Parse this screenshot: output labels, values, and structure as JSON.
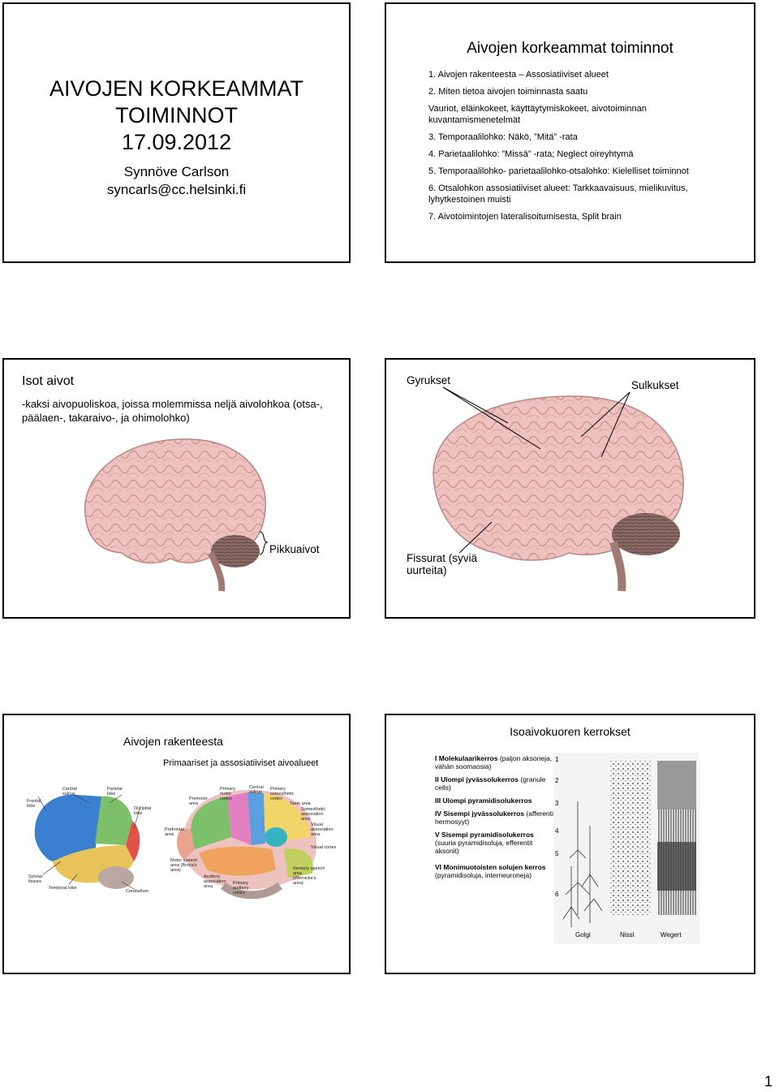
{
  "slide1": {
    "title_lines": [
      "AIVOJEN KORKEAMMAT",
      "TOIMINNOT",
      "17.09.2012"
    ],
    "author": "Synnöve Carlson",
    "email": "syncarls@cc.helsinki.fi"
  },
  "slide2": {
    "heading": "Aivojen korkeammat toiminnot",
    "items": [
      "1.  Aivojen rakenteesta – Assosiatiiviset alueet",
      "2.  Miten tietoa aivojen toiminnasta saatu",
      "3.  Temporaalilohko: Näkö, ”Mitä” -rata",
      "4.  Parietaalilohko:  ”Missä” -rata; Neglect oireyhtymä",
      "5.  Temporaalilohko- parietaalilohko-otsalohko: Kielelliset toiminnot",
      "6.  Otsalohkon assosiatiiviset alueet: Tarkkaavaisuus, mielikuvitus, lyhytkestoinen muisti",
      "7.  Aivotoimintojen lateralisoitumisesta, Split brain"
    ],
    "item2_sub": "Vauriot, eläinkokeet, käyttäytymiskokeet, aivotoiminnan kuvantamismenetelmät"
  },
  "slide3": {
    "heading": "Isot aivot",
    "text": "-kaksi aivopuoliskoa, joissa molemmissa neljä aivolohkoa (otsa-, päälaen-, takaraivo-, ja ohimolohko)",
    "label_cerebellum": "Pikkuaivot"
  },
  "slide4": {
    "label_gyri": "Gyrukset",
    "label_sulci": "Sulkukset",
    "label_fissures_1": "Fissurat (syviä",
    "label_fissures_2": "uurteita)"
  },
  "slide5": {
    "heading": "Aivojen rakenteesta",
    "subheading": "Primaariset ja assosiatiiviset aivoalueet",
    "fig1_labels": {
      "frontal": "Frontal lobe",
      "central": "Central sulcus",
      "parietal": "Parietal lobe",
      "occipital": "Occipital lobe",
      "sylvian": "Sylvian fissure",
      "temporal": "Temporal lobe",
      "cerebellum": "Cerebellum"
    },
    "fig2_labels": {
      "premotor": "Premotor area",
      "primary_motor": "Primary motor cortex",
      "central": "Central sulcus",
      "primary_somato": "Primary somesthetic cortex",
      "taste": "Taste area",
      "somatic_assoc": "Somesthetic association area",
      "visual_assoc": "Visual association area",
      "visual": "Visual cortex",
      "prefrontal": "Prefrontal area",
      "motor_speech": "Motor speech area (Broca's area)",
      "auditory_assoc": "Auditory association area",
      "primary_auditory": "Primary auditory cortex",
      "sensory_speech": "Sensory speech area (Wernicke's area)"
    }
  },
  "slide6": {
    "heading": "Isoaivokuoren kerrokset",
    "layers": [
      {
        "title": "I Molekulaarikerros",
        "desc": " (paljon aksoneja, vähän soomaosia)"
      },
      {
        "title": "II Ulompi jyvässolukerros",
        "desc": " (granule cells)"
      },
      {
        "title": "III Ulompi pyramidisolukerros",
        "desc": ""
      },
      {
        "title": "IV Sisempi jyvässolukerros",
        "desc": " (afferentit hermosyyt)"
      },
      {
        "title": "V Sisempi pyramidisolukerros",
        "desc": " (suuria pyramidisoluja, efferentit aksonit)"
      },
      {
        "title": "VI Monimuotoisten solujen kerros",
        "desc": " (pyramidisoluja, interneuroneja)"
      }
    ],
    "stain_labels": [
      "Golgi",
      "Nissl",
      "Wegert"
    ],
    "layer_numbers": [
      "1",
      "2",
      "3",
      "4",
      "5",
      "6"
    ]
  },
  "page_number": "1",
  "colors": {
    "brain_pink": "#eec2bf",
    "cerebellum": "#8a6a64",
    "frontal": "#3a7fd0",
    "parietal": "#7cc06a",
    "occipital": "#e0524a",
    "temporal": "#e7c35a"
  }
}
